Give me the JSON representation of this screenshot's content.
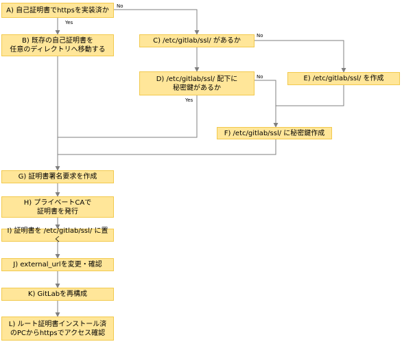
{
  "colors": {
    "box_fill": "#ffe699",
    "box_stroke": "#f2c94c",
    "edge": "#7f7f7f"
  },
  "nodes": {
    "A": "A) 自己証明書でhttpsを実装済か",
    "B": "B) 既存の自己証明書を\n任意のディレクトリへ移動する",
    "C": "C) /etc/gitlab/ssl/ があるか",
    "D": "D) /etc/gitlab/ssl/ 配下に\n秘密鍵があるか",
    "E": "E) /etc/gitlab/ssl/ を作成",
    "F": "F) /etc/gitlab/ssl/ に秘密鍵作成",
    "G": "G) 証明書署名要求を作成",
    "H": "H) プライベートCAで\n証明書を発行",
    "I": "I) 証明書を /etc/gitlab/ssl/ に置く",
    "J": "J) external_urlを変更・確認",
    "K": "K) GitLabを再構成",
    "L": "L) ルート証明書インストール済\nのPCからhttpsでアクセス確認"
  },
  "edge_labels": {
    "a_no": "No",
    "a_yes": "Yes",
    "c_no": "No",
    "d_no": "No",
    "d_yes": "Yes"
  }
}
